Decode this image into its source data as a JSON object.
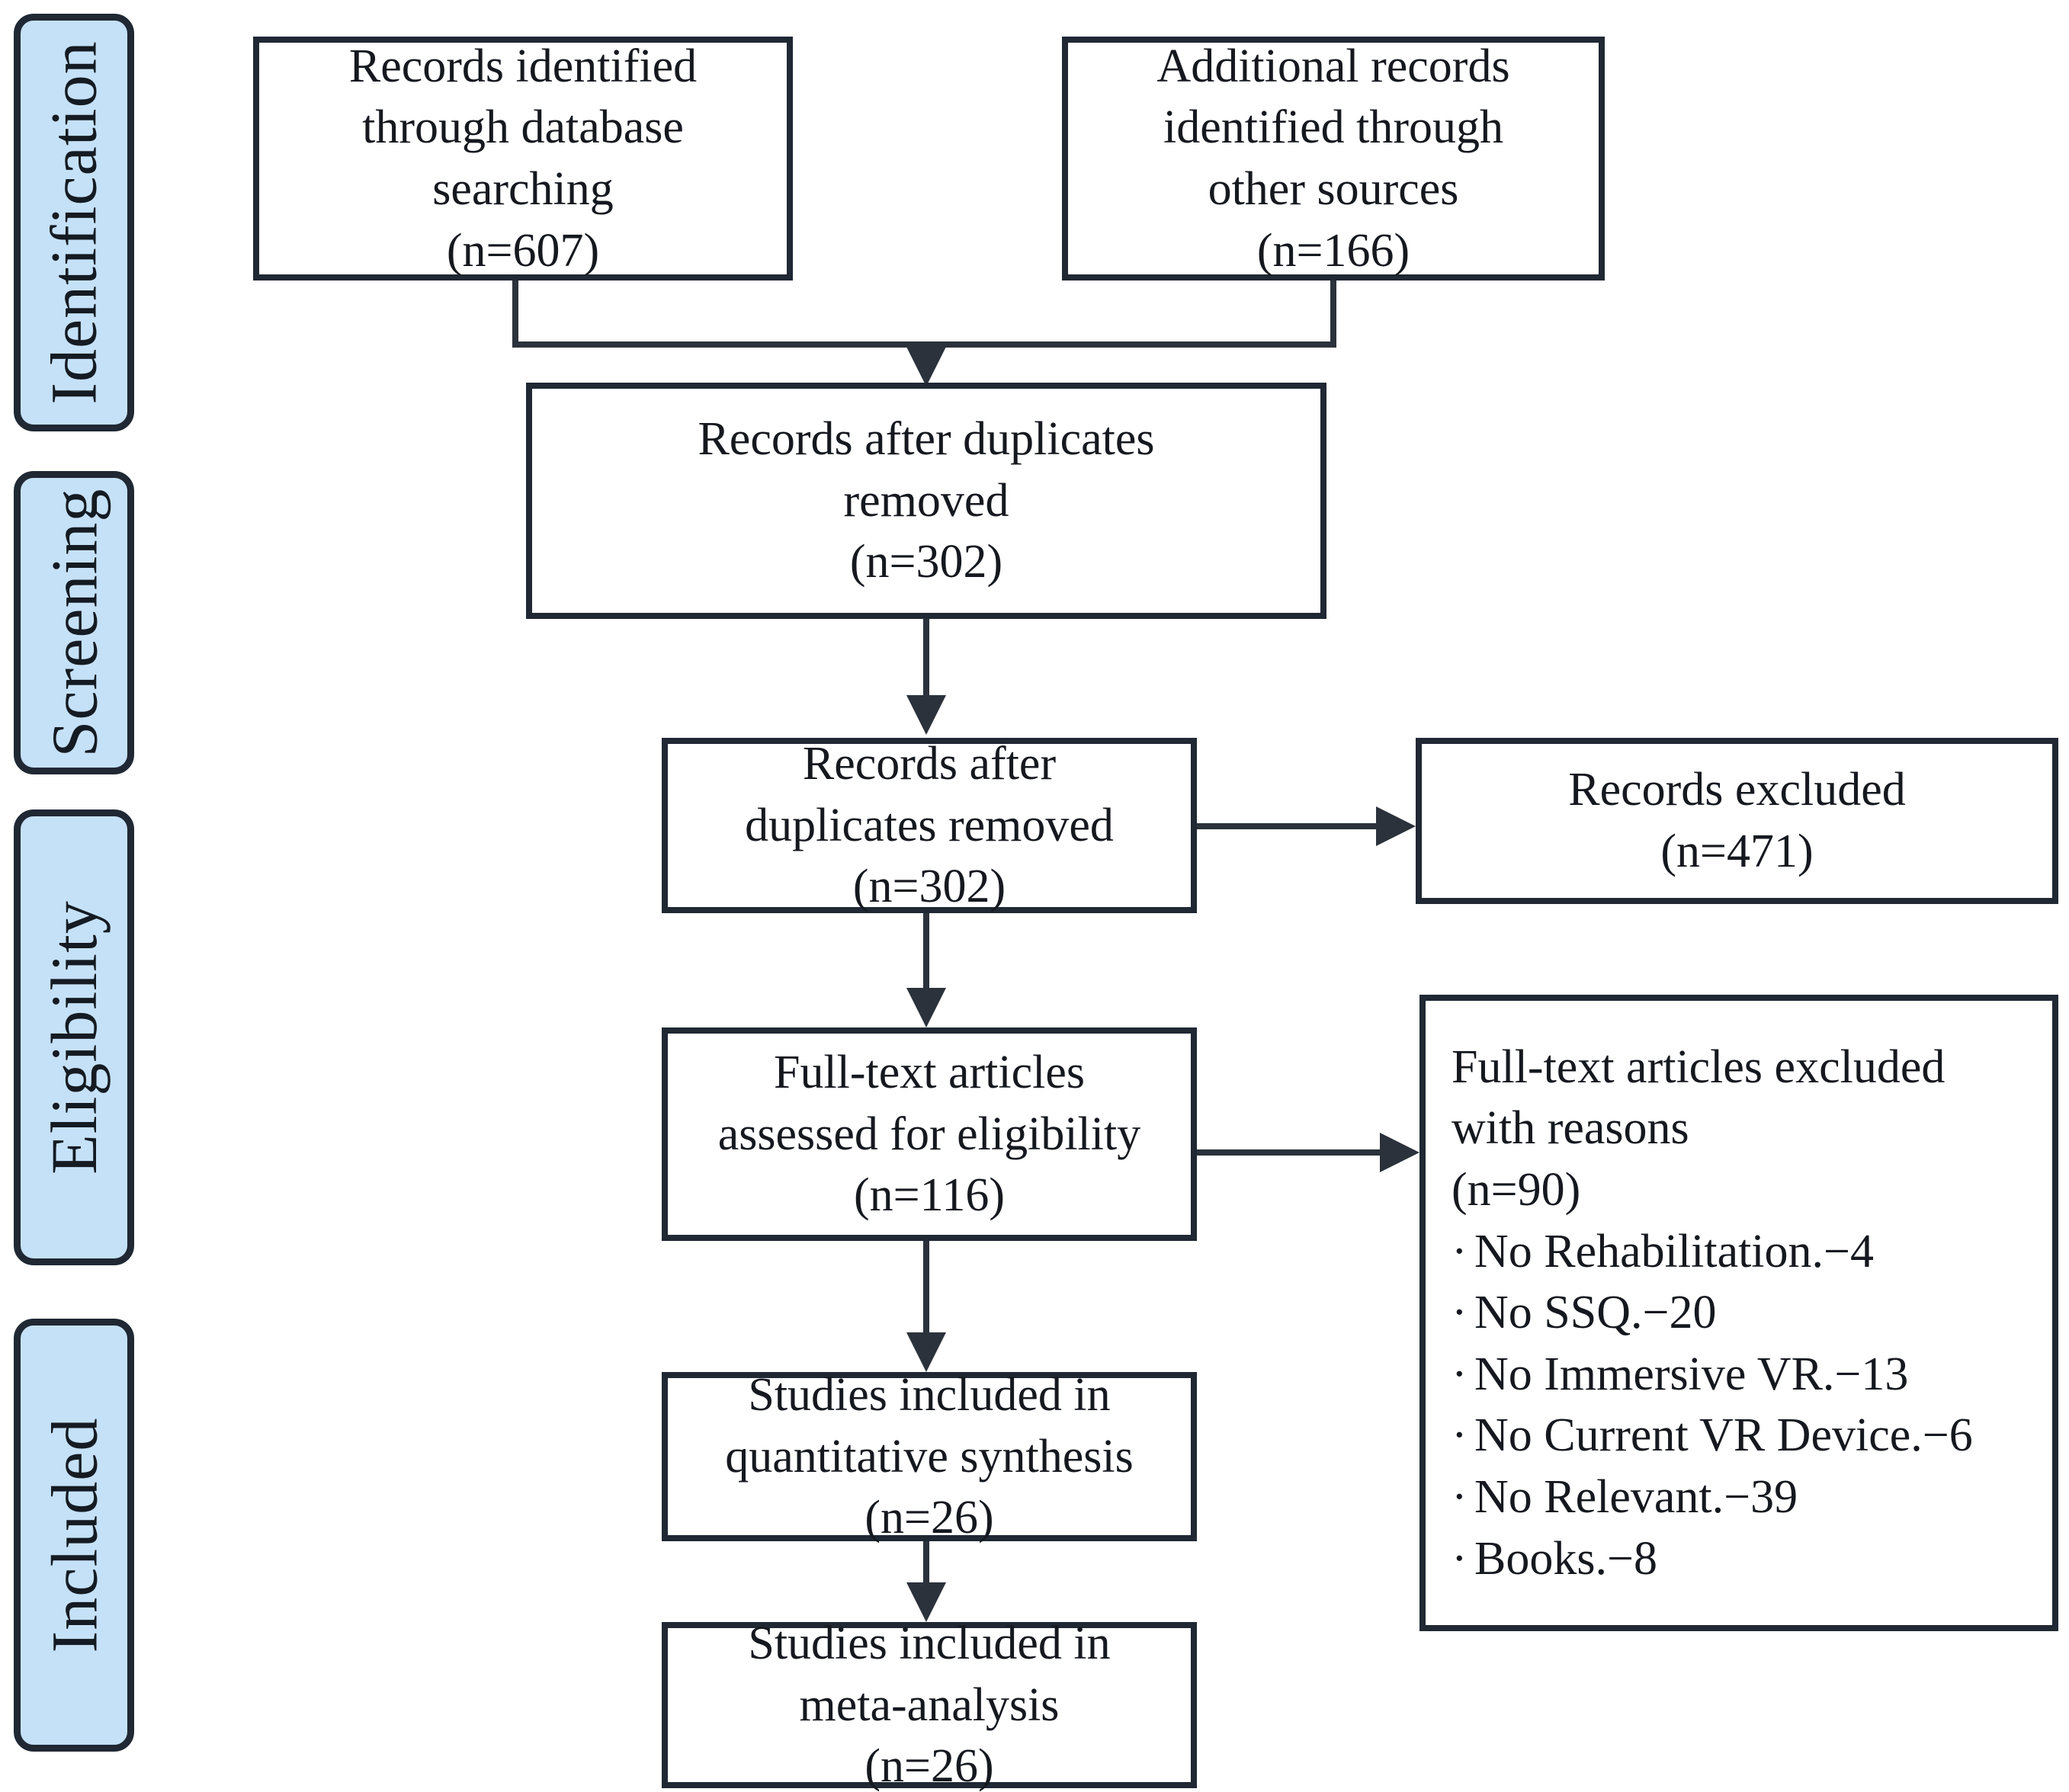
{
  "diagram": {
    "type": "prisma-flow-diagram",
    "accent_color": "#c5e1f8",
    "border_color": "#1f2833",
    "line_color": "#2b323b",
    "background_color": "#ffffff"
  },
  "stages": [
    {
      "label": "Identification"
    },
    {
      "label": "Screening"
    },
    {
      "label": "Eligibility"
    },
    {
      "label": "Included"
    }
  ],
  "nodes": {
    "records_db": {
      "lines": [
        "Records identified",
        "through database",
        "searching",
        "(n=607)"
      ],
      "count": 607
    },
    "records_other": {
      "lines": [
        "Additional records",
        "identified through",
        "other sources",
        "(n=166)"
      ],
      "count": 166
    },
    "dedup_1": {
      "lines": [
        "Records after duplicates",
        "removed",
        "(n=302)"
      ],
      "count": 302
    },
    "dedup_2": {
      "lines": [
        "Records after",
        "duplicates removed",
        "(n=302)"
      ],
      "count": 302
    },
    "records_excluded": {
      "lines": [
        "Records excluded",
        "(n=471)"
      ],
      "count": 471
    },
    "fulltext_assessed": {
      "lines": [
        "Full-text articles",
        "assessed for eligibility",
        "(n=116)"
      ],
      "count": 116
    },
    "fulltext_excluded": {
      "header_lines": [
        "Full-text articles excluded",
        "with reasons",
        "(n=90)"
      ],
      "count": 90,
      "reasons": [
        {
          "bullet": "·",
          "text": "No Rehabilitation.−4",
          "reason": "No Rehabilitation",
          "n": 4
        },
        {
          "bullet": "·",
          "text": "No SSQ.−20",
          "reason": "No SSQ",
          "n": 20
        },
        {
          "bullet": "·",
          "text": "No Immersive VR.−13",
          "reason": "No Immersive VR",
          "n": 13
        },
        {
          "bullet": "·",
          "text": "No Current VR Device.−6",
          "reason": "No Current VR Device",
          "n": 6
        },
        {
          "bullet": "·",
          "text": "No Relevant.−39",
          "reason": "No Relevant",
          "n": 39
        },
        {
          "bullet": "·",
          "text": "Books.−8",
          "reason": "Books",
          "n": 8
        }
      ]
    },
    "quant_synthesis": {
      "lines": [
        "Studies included in",
        "quantitative synthesis",
        "(n=26)"
      ],
      "count": 26
    },
    "meta_analysis": {
      "lines": [
        "Studies included in",
        "meta-analysis",
        "(n=26)"
      ],
      "count": 26
    }
  }
}
